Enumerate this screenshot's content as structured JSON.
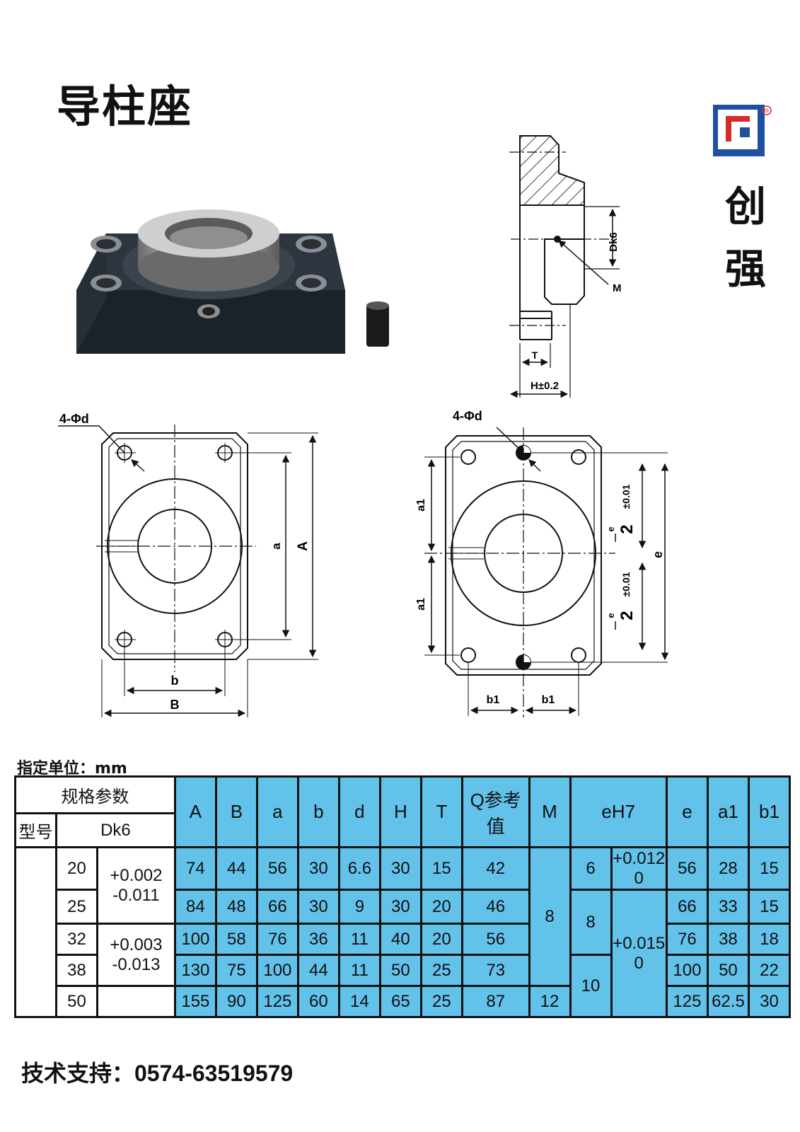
{
  "title": "导柱座",
  "brand": {
    "chars": [
      "创",
      "强"
    ],
    "logo": "brand-logo-icon",
    "registered": "®",
    "colors": {
      "blue": "#1f4fa0",
      "red": "#d92a2a"
    }
  },
  "drawing_labels": {
    "side_view": {
      "dk6": "Dk6",
      "m": "M",
      "t": "T",
      "h": "H±0.2"
    },
    "front_view_1": {
      "holes": "4-Φd",
      "a": "a",
      "A": "A",
      "b": "b",
      "B": "B"
    },
    "front_view_2": {
      "holes": "4-Φd",
      "a1_top": "a1",
      "a1_bottom": "a1",
      "b1_left": "b1",
      "b1_right": "b1",
      "e_half_top": "e",
      "two_top": "2",
      "tol_top": "±0.01",
      "e_half_bottom": "e",
      "two_bottom": "2",
      "tol_bottom": "±0.01",
      "e": "e"
    }
  },
  "unit_label": "指定单位：mm",
  "table": {
    "header": {
      "spec": "规格参数",
      "model": "型号",
      "dk6": "Dk6",
      "columns": [
        "A",
        "B",
        "a",
        "b",
        "d",
        "H",
        "T",
        "Q参考值",
        "M",
        "eH7",
        "e",
        "a1",
        "b1"
      ]
    },
    "rows": [
      {
        "dk6": "20",
        "A": "74",
        "B": "44",
        "a": "56",
        "b": "30",
        "d": "6.6",
        "H": "30",
        "T": "15",
        "Q": "42",
        "e": "56",
        "a1": "28",
        "b1": "15"
      },
      {
        "dk6": "25",
        "A": "84",
        "B": "48",
        "a": "66",
        "b": "30",
        "d": "9",
        "H": "30",
        "T": "20",
        "Q": "46",
        "e": "66",
        "a1": "33",
        "b1": "15"
      },
      {
        "dk6": "32",
        "A": "100",
        "B": "58",
        "a": "76",
        "b": "36",
        "d": "11",
        "H": "40",
        "T": "20",
        "Q": "56",
        "e": "76",
        "a1": "38",
        "b1": "18"
      },
      {
        "dk6": "38",
        "A": "130",
        "B": "75",
        "a": "100",
        "b": "44",
        "d": "11",
        "H": "50",
        "T": "25",
        "Q": "73",
        "e": "100",
        "a1": "50",
        "b1": "22"
      },
      {
        "dk6": "50",
        "A": "155",
        "B": "90",
        "a": "125",
        "b": "60",
        "d": "14",
        "H": "65",
        "T": "25",
        "Q": "87",
        "e": "125",
        "a1": "62.5",
        "b1": "30"
      }
    ],
    "tolerances": {
      "dk6_g1_upper": "+0.002",
      "dk6_g1_lower": "-0.011",
      "dk6_g2_upper": "+0.003",
      "dk6_g2_lower": "-0.013",
      "eh7_g1_upper": "+0.012",
      "eh7_g1_lower": "0",
      "eh7_g2_upper": "+0.015",
      "eh7_g2_lower": "0"
    },
    "M_values": {
      "m_1_4": "8",
      "m_5": "12"
    },
    "eH7_values": {
      "row1": "6",
      "rows2_3": "8",
      "rows4_5": "10"
    }
  },
  "support": "技术支持：0574-63519579"
}
